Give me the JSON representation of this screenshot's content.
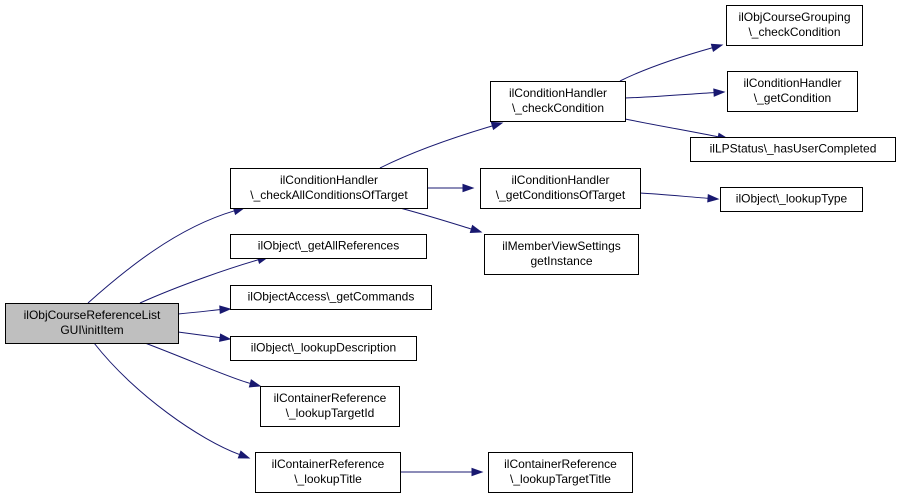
{
  "diagram": {
    "nodes": [
      {
        "id": "root",
        "lines": [
          "ilObjCourseReferenceList",
          "GUI\\initItem"
        ],
        "root": true
      },
      {
        "id": "chkAll",
        "lines": [
          "ilConditionHandler",
          "\\_checkAllConditionsOfTarget"
        ]
      },
      {
        "id": "getAllRefs",
        "lines": [
          "ilObject\\_getAllReferences"
        ]
      },
      {
        "id": "getCommands",
        "lines": [
          "ilObjectAccess\\_getCommands"
        ]
      },
      {
        "id": "lookupDesc",
        "lines": [
          "ilObject\\_lookupDescription"
        ]
      },
      {
        "id": "lookupTargetId",
        "lines": [
          "ilContainerReference",
          "\\_lookupTargetId"
        ]
      },
      {
        "id": "lookupTitle",
        "lines": [
          "ilContainerReference",
          "\\_lookupTitle"
        ]
      },
      {
        "id": "checkCond",
        "lines": [
          "ilConditionHandler",
          "\\_checkCondition"
        ]
      },
      {
        "id": "getCondsOfTarget",
        "lines": [
          "ilConditionHandler",
          "\\_getConditionsOfTarget"
        ]
      },
      {
        "id": "memberView",
        "lines": [
          "ilMemberViewSettings",
          "getInstance"
        ]
      },
      {
        "id": "lookupTargetTitle",
        "lines": [
          "ilContainerReference",
          "\\_lookupTargetTitle"
        ]
      },
      {
        "id": "grouping",
        "lines": [
          "ilObjCourseGrouping",
          "\\_checkCondition"
        ]
      },
      {
        "id": "getCond",
        "lines": [
          "ilConditionHandler",
          "\\_getCondition"
        ]
      },
      {
        "id": "hasUserCompleted",
        "lines": [
          "ilLPStatus\\_hasUserCompleted"
        ]
      },
      {
        "id": "lookupType",
        "lines": [
          "ilObject\\_lookupType"
        ]
      }
    ],
    "edges": [
      {
        "from": "root",
        "to": "chkAll"
      },
      {
        "from": "root",
        "to": "getAllRefs"
      },
      {
        "from": "root",
        "to": "getCommands"
      },
      {
        "from": "root",
        "to": "lookupDesc"
      },
      {
        "from": "root",
        "to": "lookupTargetId"
      },
      {
        "from": "root",
        "to": "lookupTitle"
      },
      {
        "from": "chkAll",
        "to": "checkCond"
      },
      {
        "from": "chkAll",
        "to": "getCondsOfTarget"
      },
      {
        "from": "chkAll",
        "to": "memberView"
      },
      {
        "from": "checkCond",
        "to": "grouping"
      },
      {
        "from": "checkCond",
        "to": "getCond"
      },
      {
        "from": "checkCond",
        "to": "hasUserCompleted"
      },
      {
        "from": "getCondsOfTarget",
        "to": "lookupType"
      },
      {
        "from": "lookupTitle",
        "to": "lookupTargetTitle"
      }
    ],
    "colors": {
      "edge": "#191970",
      "root_fill": "#bfbfbf",
      "node_fill": "#ffffff",
      "border": "#000000"
    }
  }
}
